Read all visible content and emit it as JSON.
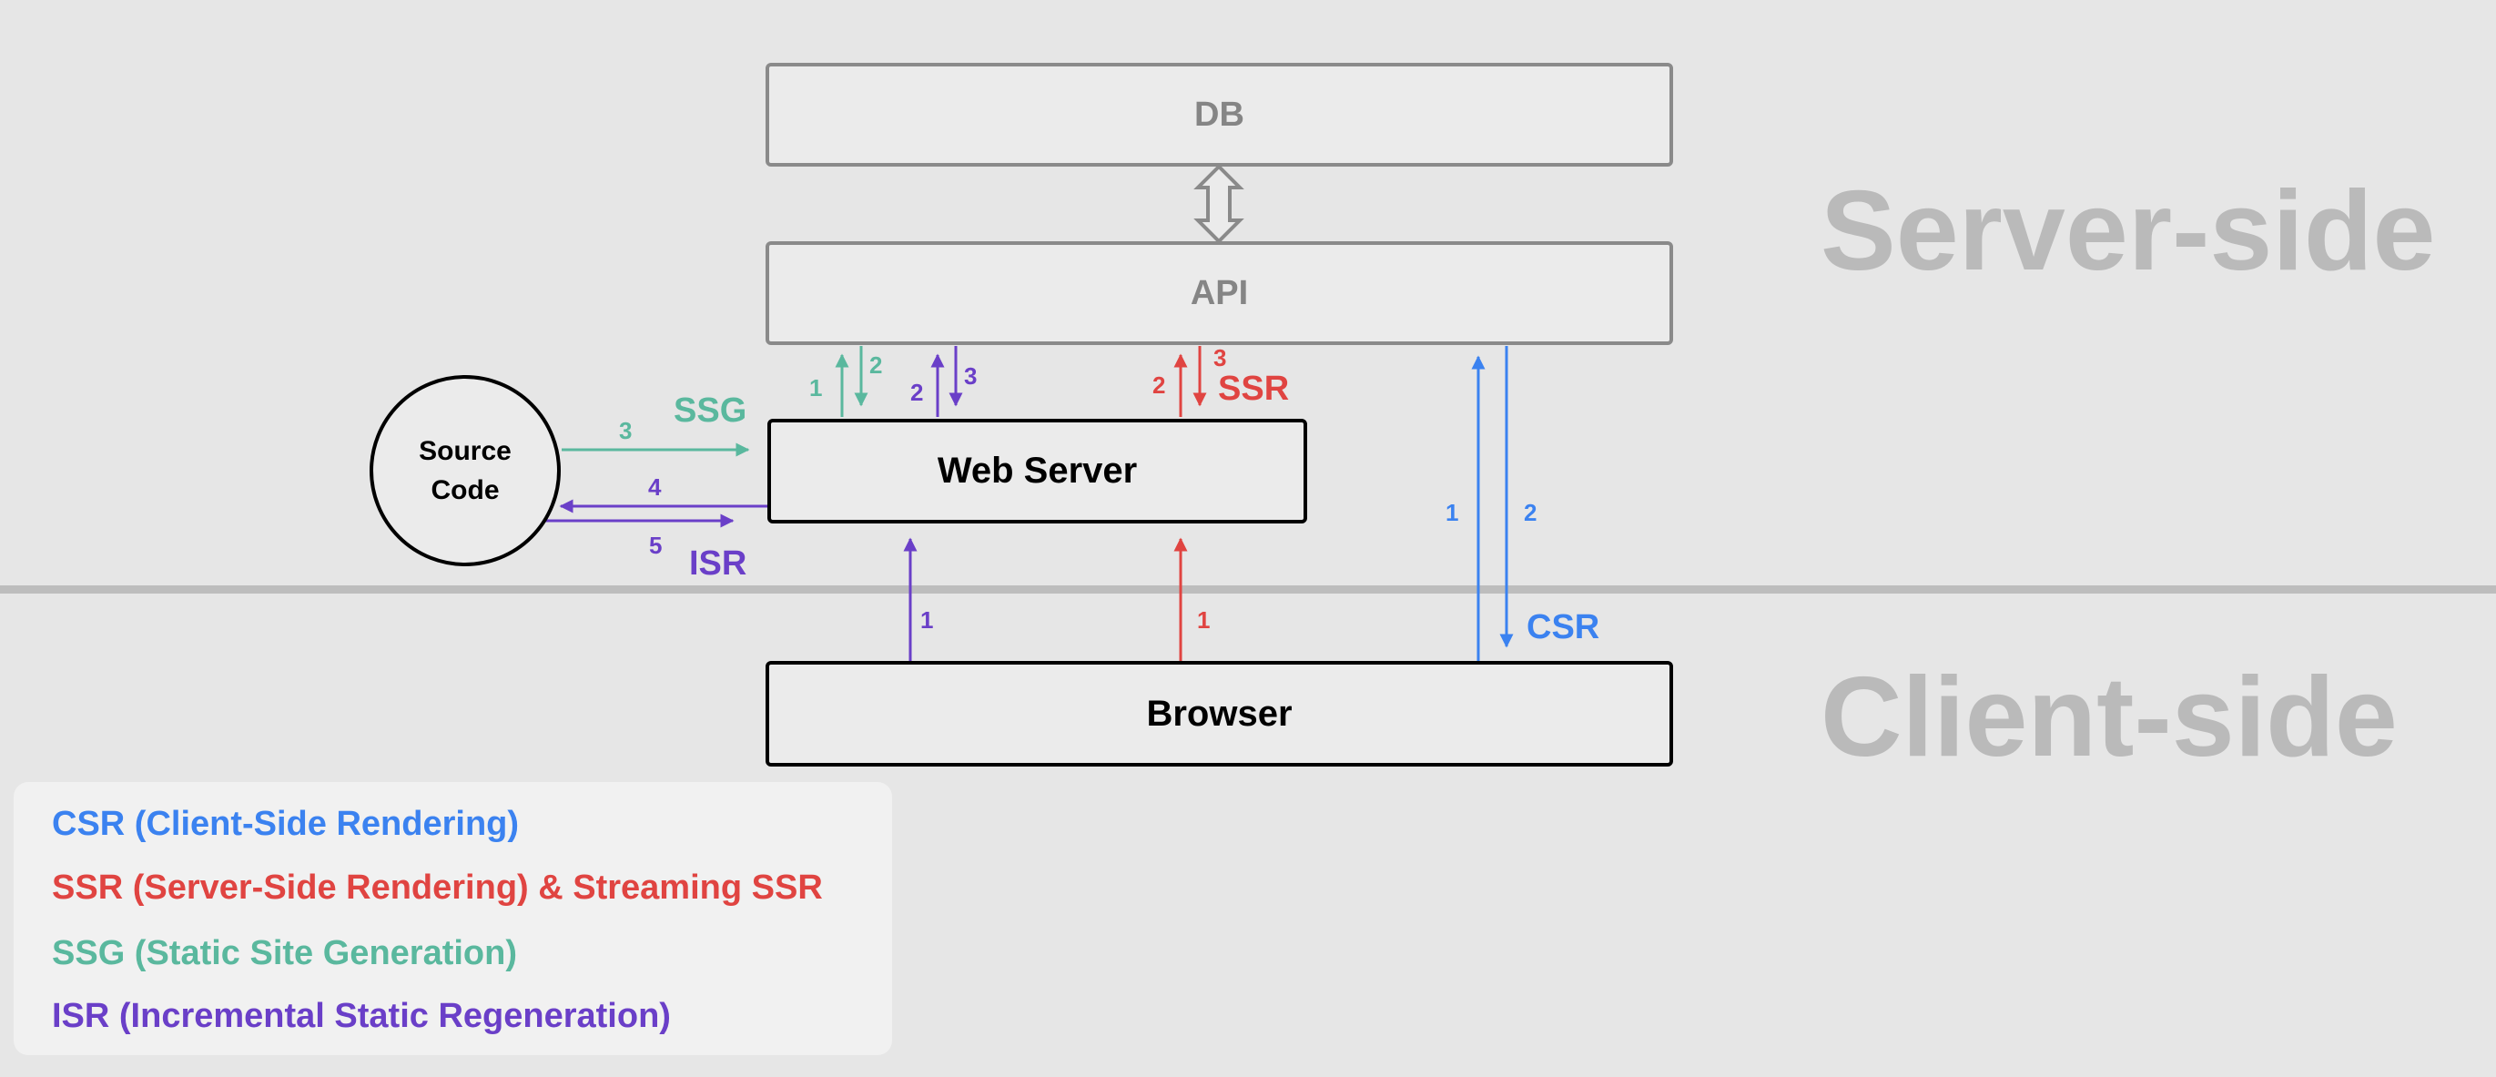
{
  "zones": {
    "server": "Server-side",
    "client": "Client-side"
  },
  "boxes": {
    "db": "DB",
    "api": "API",
    "web_server": "Web Server",
    "browser": "Browser",
    "source_code_line1": "Source",
    "source_code_line2": "Code"
  },
  "flow_tags": {
    "ssg": "SSG",
    "ssr": "SSR",
    "isr": "ISR",
    "csr": "CSR"
  },
  "step_numbers": {
    "ssg_api_up": "1",
    "ssg_api_down": "2",
    "ssg_to_server": "3",
    "isr_api_up": "2",
    "isr_api_down": "3",
    "isr_to_source": "4",
    "isr_from_source": "5",
    "isr_browser": "1",
    "ssr_api_up": "2",
    "ssr_api_down": "3",
    "ssr_browser": "1",
    "csr_up": "1",
    "csr_down": "2"
  },
  "legend": {
    "csr": "CSR (Client-Side Rendering)",
    "ssr": "SSR (Server-Side Rendering) &  Streaming SSR",
    "ssg": "SSG (Static Site Generation)",
    "isr": "ISR (Incremental Static Regeneration)"
  },
  "colors": {
    "csr": "#3b82f0",
    "ssr": "#e04441",
    "ssg": "#5ab89e",
    "isr": "#6a3fc8",
    "zone_text": "#bababa",
    "box_grey": "#8a8a8a"
  }
}
